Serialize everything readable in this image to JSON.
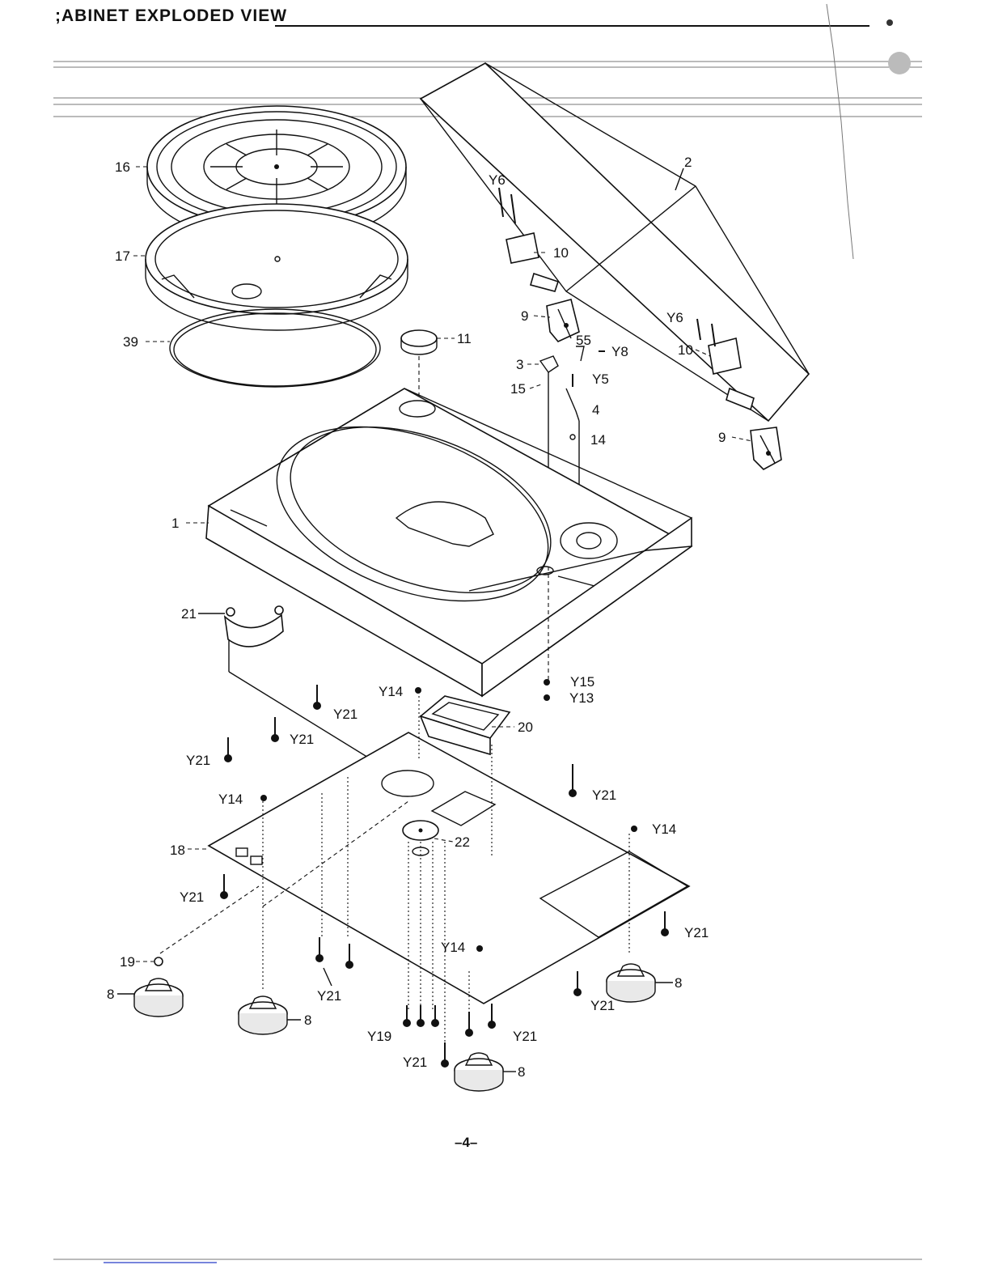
{
  "title": ";ABINET EXPLODED VIEW",
  "page_number": "–4–",
  "callouts": {
    "c16": "16",
    "c17": "17",
    "c39": "39",
    "c1": "1",
    "c2": "2",
    "c11": "11",
    "c10a": "10",
    "c10b": "10",
    "c9a": "9",
    "c9b": "9",
    "c3": "3",
    "c15": "15",
    "c55": "55",
    "c4": "4",
    "c14": "14",
    "cY6a": "Y6",
    "cY6b": "Y6",
    "cY8": "Y8",
    "cY5": "Y5",
    "c21": "21",
    "cY15": "Y15",
    "cY13": "Y13",
    "c20": "20",
    "cY14a": "Y14",
    "cY14b": "Y14",
    "cY14c": "Y14",
    "cY14d": "Y14",
    "cY21a": "Y21",
    "cY21b": "Y21",
    "cY21c": "Y21",
    "cY21d": "Y21",
    "cY21e": "Y21",
    "cY21f": "Y21",
    "cY21g": "Y21",
    "cY21h": "Y21",
    "cY21i": "Y21",
    "cY21j": "Y21",
    "c18": "18",
    "c22": "22",
    "c19": "19",
    "cY19": "Y19",
    "c8a": "8",
    "c8b": "8",
    "c8c": "8",
    "c8d": "8"
  }
}
